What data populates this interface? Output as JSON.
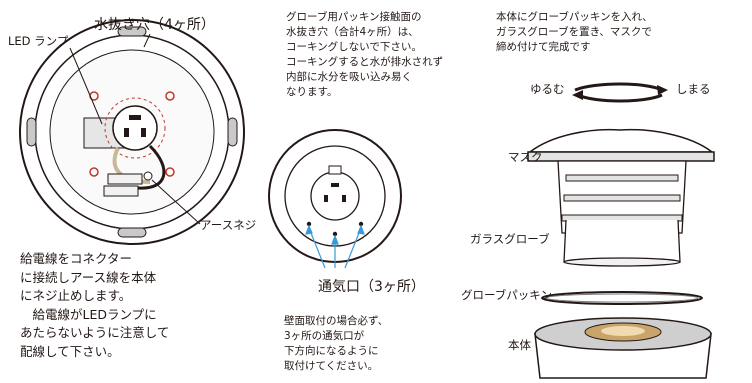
{
  "labels": {
    "drain_hole": "水抜き穴（4ヶ所）",
    "led_lamp": "LED ランプ",
    "earth_screw": "アースネジ",
    "vent": "通気口（3ヶ所）",
    "loosen": "ゆるむ",
    "tighten": "しまる",
    "mask": "マスク",
    "glass_globe": "ガラスグローブ",
    "globe_packing": "グローブパッキン",
    "body": "本体"
  },
  "notes": {
    "packing_note": "グローブ用パッキン接触面の\n水抜き穴（合計4ヶ所）は、\nコーキングしないで下さい。\nコーキングすると水が排水されず\n内部に水分を吸い込み易く\nなります。",
    "assembly_note": "本体にグローブパッキンを入れ、\nガラスグローブを置き、マスクで\n締め付けて完成です",
    "wiring_note": "給電線をコネクター\nに接続しアース線を本体\nにネジ止めします。\n　給電線がLEDランプに\nあたらないように注意して\n配線して下さい。",
    "mount_note": "壁面取付の場合必ず、\n3ヶ所の通気口が\n下方向になるように\n取付けてください。"
  }
}
